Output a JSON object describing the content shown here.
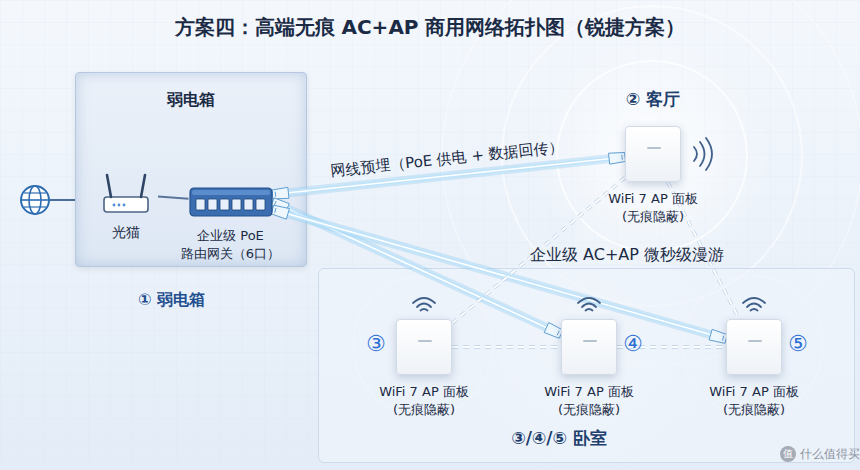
{
  "diagram": {
    "title": "方案四：高端无痕 AC+AP 商用网络拓扑图（锐捷方案）",
    "nodes": [
      {
        "text": [
          "弱电箱",
          "① 弱电箱"
        ]
      },
      {
        "text": [
          "光猫"
        ],
        "in": 0
      },
      {
        "text": [
          "企业级 PoE 路由网关（6口）"
        ],
        "in": 0
      },
      {
        "text": [
          "② 客厅",
          "WiFi 7 AP 面板 (无痕隐蔽)"
        ]
      },
      {
        "text": [
          "③/④/⑤ 卧室"
        ]
      },
      {
        "text": [
          "③",
          "WiFi 7 AP 面板 (无痕隐蔽)"
        ],
        "in": 4
      },
      {
        "text": [
          "④",
          "WiFi 7 AP 面板 (无痕隐蔽)"
        ],
        "in": 4
      },
      {
        "text": [
          "⑤",
          "WiFi 7 AP 面板 (无痕隐蔽)"
        ],
        "in": 4
      }
    ],
    "edges": [
      {
        "from": 1,
        "to": 2,
        "arrow": "none"
      },
      {
        "from": 2,
        "to": 3,
        "label": "网线预埋（PoE 供电 + 数据回传）",
        "arrow": "none"
      },
      {
        "from": 2,
        "to": 6,
        "arrow": "none"
      },
      {
        "from": 2,
        "to": 7,
        "arrow": "none"
      },
      {
        "from": 3,
        "to": 5,
        "arrow": "none"
      },
      {
        "from": 3,
        "to": 7,
        "arrow": "none"
      },
      {
        "from": 5,
        "to": 6,
        "arrow": "none"
      },
      {
        "from": 6,
        "to": 7,
        "arrow": "none"
      }
    ],
    "labels": [
      "企业级 AC+AP 微秒级漫游",
      "值",
      "什么值得买"
    ]
  }
}
